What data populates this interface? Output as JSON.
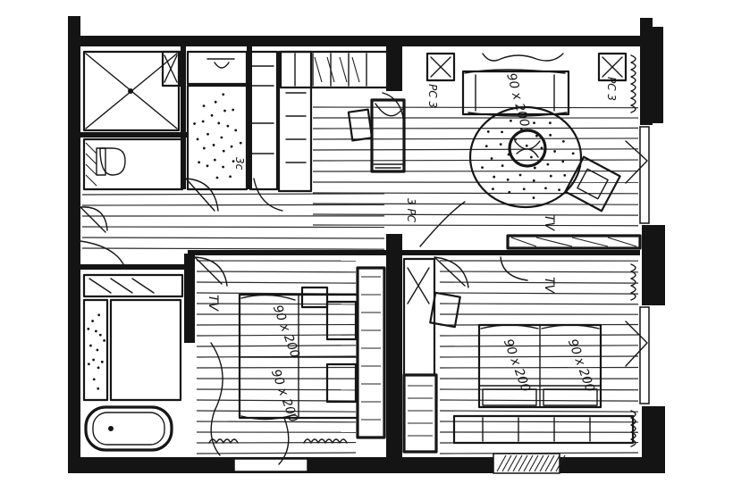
{
  "labels": {
    "bed_living": "90 x 200",
    "bed_master_top": "90 x 200",
    "bed_master_bottom": "90 x 200",
    "bed_kids_left": "90 x 200",
    "bed_kids_right": "90 x 200",
    "tv_living": "TV",
    "tv_master": "TV",
    "tv_kids": "TV",
    "pc_living": "PC 3",
    "pc_entry": "PC 3",
    "pc_hall": "3 PC",
    "wardrobe_tag": "3c"
  }
}
